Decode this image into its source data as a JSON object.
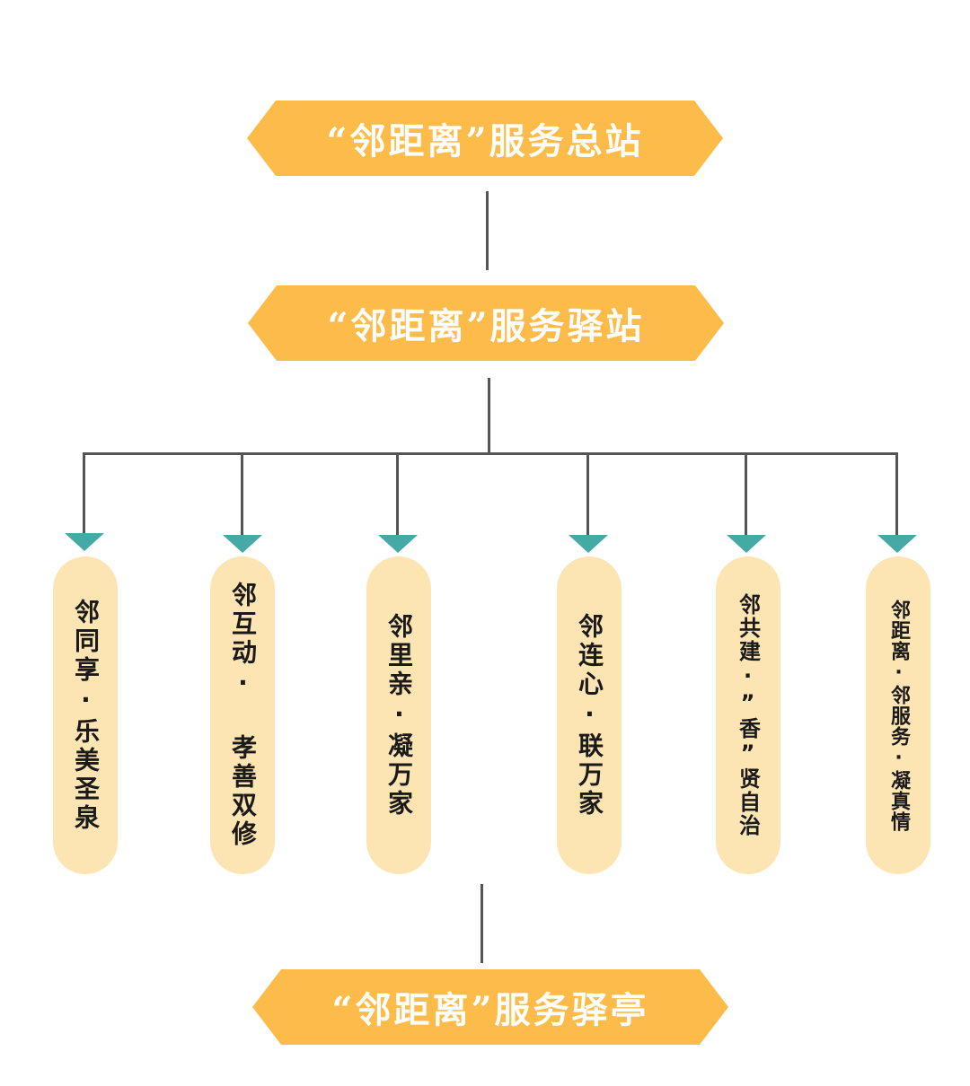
{
  "colors": {
    "banner": "#fdbc4a",
    "pill": "#fde4b3",
    "connector": "#555555",
    "arrow": "#45aaa6"
  },
  "top_station": {
    "label": "“邻距离”服务总站"
  },
  "mid_station": {
    "label": "“邻距离”服务驿站"
  },
  "bottom_station": {
    "label": "“邻距离”服务驿亭"
  },
  "branches": [
    {
      "label": "邻同享·乐美圣泉"
    },
    {
      "label": "邻互动· 孝善双修"
    },
    {
      "label": "邻里亲·凝万家"
    },
    {
      "label": "邻连心·联万家"
    },
    {
      "label": "邻共建·”香”贤自治"
    },
    {
      "label": "邻距离·邻服务·凝真情"
    }
  ]
}
